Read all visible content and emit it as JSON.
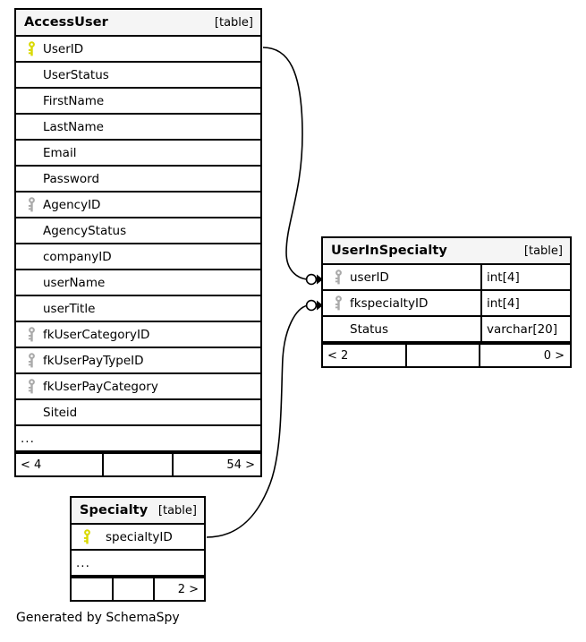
{
  "diagram": {
    "caption": "Generated by SchemaSpy",
    "table_tag": "[table]",
    "ellipsis": "...",
    "colors": {
      "primary_key": "#d9d900",
      "foreign_key": "#aaaaaa",
      "border": "#000000",
      "header_bg": "#f5f5f5",
      "background": "#ffffff"
    }
  },
  "tables": {
    "access_user": {
      "name": "AccessUser",
      "tag": "[table]",
      "columns": [
        {
          "name": "UserID",
          "key": "primary",
          "type": ""
        },
        {
          "name": "UserStatus",
          "key": "none",
          "type": ""
        },
        {
          "name": "FirstName",
          "key": "none",
          "type": ""
        },
        {
          "name": "LastName",
          "key": "none",
          "type": ""
        },
        {
          "name": "Email",
          "key": "none",
          "type": ""
        },
        {
          "name": "Password",
          "key": "none",
          "type": ""
        },
        {
          "name": "AgencyID",
          "key": "foreign",
          "type": ""
        },
        {
          "name": "AgencyStatus",
          "key": "none",
          "type": ""
        },
        {
          "name": "companyID",
          "key": "none",
          "type": ""
        },
        {
          "name": "userName",
          "key": "none",
          "type": ""
        },
        {
          "name": "userTitle",
          "key": "none",
          "type": ""
        },
        {
          "name": "fkUserCategoryID",
          "key": "foreign",
          "type": ""
        },
        {
          "name": "fkUserPayTypeID",
          "key": "foreign",
          "type": ""
        },
        {
          "name": "fkUserPayCategory",
          "key": "foreign",
          "type": ""
        },
        {
          "name": "Siteid",
          "key": "none",
          "type": ""
        }
      ],
      "more_indicator": "...",
      "footer": {
        "left": "< 4",
        "middle": "",
        "right": "54 >"
      }
    },
    "user_in_specialty": {
      "name": "UserInSpecialty",
      "tag": "[table]",
      "columns": [
        {
          "name": "userID",
          "key": "foreign",
          "type": "int[4]"
        },
        {
          "name": "fkspecialtyID",
          "key": "foreign",
          "type": "int[4]"
        },
        {
          "name": "Status",
          "key": "none",
          "type": "varchar[20]"
        }
      ],
      "footer": {
        "left": "< 2",
        "middle": "",
        "right": "0 >"
      }
    },
    "specialty": {
      "name": "Specialty",
      "tag": "[table]",
      "columns": [
        {
          "name": "specialtyID",
          "key": "primary",
          "type": ""
        }
      ],
      "more_indicator": "...",
      "footer": {
        "left": "",
        "middle": "",
        "right": "2 >"
      }
    }
  },
  "relationships": [
    {
      "name": "accessuser-userid-to-userinspecialty-userid",
      "from_table": "AccessUser",
      "from_column": "UserID",
      "to_table": "UserInSpecialty",
      "to_column": "userID",
      "cardinality": "zero-or-more"
    },
    {
      "name": "specialty-specialtyid-to-userinspecialty-fkspecialtyid",
      "from_table": "Specialty",
      "from_column": "specialtyID",
      "to_table": "UserInSpecialty",
      "to_column": "fkspecialtyID",
      "cardinality": "zero-or-more"
    }
  ]
}
